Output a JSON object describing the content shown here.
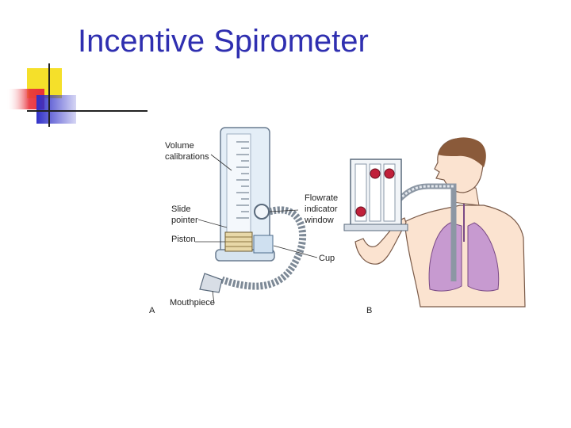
{
  "slide": {
    "title": "Incentive Spirometer"
  },
  "figure": {
    "panel_a": {
      "letter": "A",
      "labels": {
        "volume_1": "Volume",
        "volume_2": "calibrations",
        "slide_1": "Slide",
        "slide_2": "pointer",
        "piston": "Piston",
        "flow_1": "Flowrate",
        "flow_2": "indicator",
        "flow_3": "window",
        "cup": "Cup",
        "mouthpiece": "Mouthpiece"
      }
    },
    "panel_b": {
      "letter": "B"
    }
  },
  "colors": {
    "title": "#2f2fb0",
    "deco_yellow": "#f5e02a",
    "deco_red": "#e8303a",
    "deco_blue": "#3030c8",
    "lung": "#c79ad0",
    "ball": "#c0203a",
    "skin": "#fbe3d0",
    "hair": "#8a5a3a"
  }
}
